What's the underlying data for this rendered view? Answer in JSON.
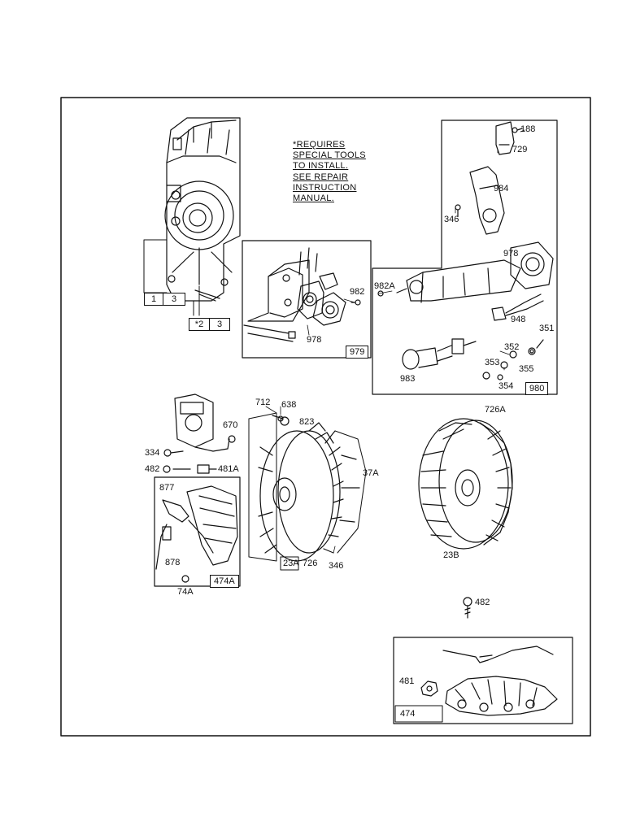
{
  "note": [
    "*REQUIRES",
    "SPECIAL TOOLS",
    "TO INSTALL.",
    "SEE REPAIR",
    "INSTRUCTION",
    "MANUAL."
  ],
  "ref_boxes": {
    "block_a_left": "1",
    "block_a_right": "3",
    "block_b_left": "*2",
    "block_b_right": "3"
  },
  "kits": {
    "bracket": "979",
    "ignition": "980",
    "stator_small": "474A",
    "stator_kit": "474",
    "flywheel_a": "23A"
  },
  "parts": {
    "p188": "188",
    "p729": "729",
    "p984": "984",
    "p346_top": "346",
    "p978_right": "978",
    "p982A": "982A",
    "p982": "982",
    "p978_left": "978",
    "p948": "948",
    "p351": "351",
    "p352": "352",
    "p353": "353",
    "p355": "355",
    "p354": "354",
    "p983": "983",
    "p712": "712",
    "p638": "638",
    "p823": "823",
    "p670": "670",
    "p334": "334",
    "p482_left": "482",
    "p481A": "481A",
    "p877": "877",
    "p878": "878",
    "p74A": "74A",
    "p37A": "37A",
    "p726": "726",
    "p346_bottom": "346",
    "p726A": "726A",
    "p23B": "23B",
    "p482_right": "482",
    "p481": "481"
  }
}
